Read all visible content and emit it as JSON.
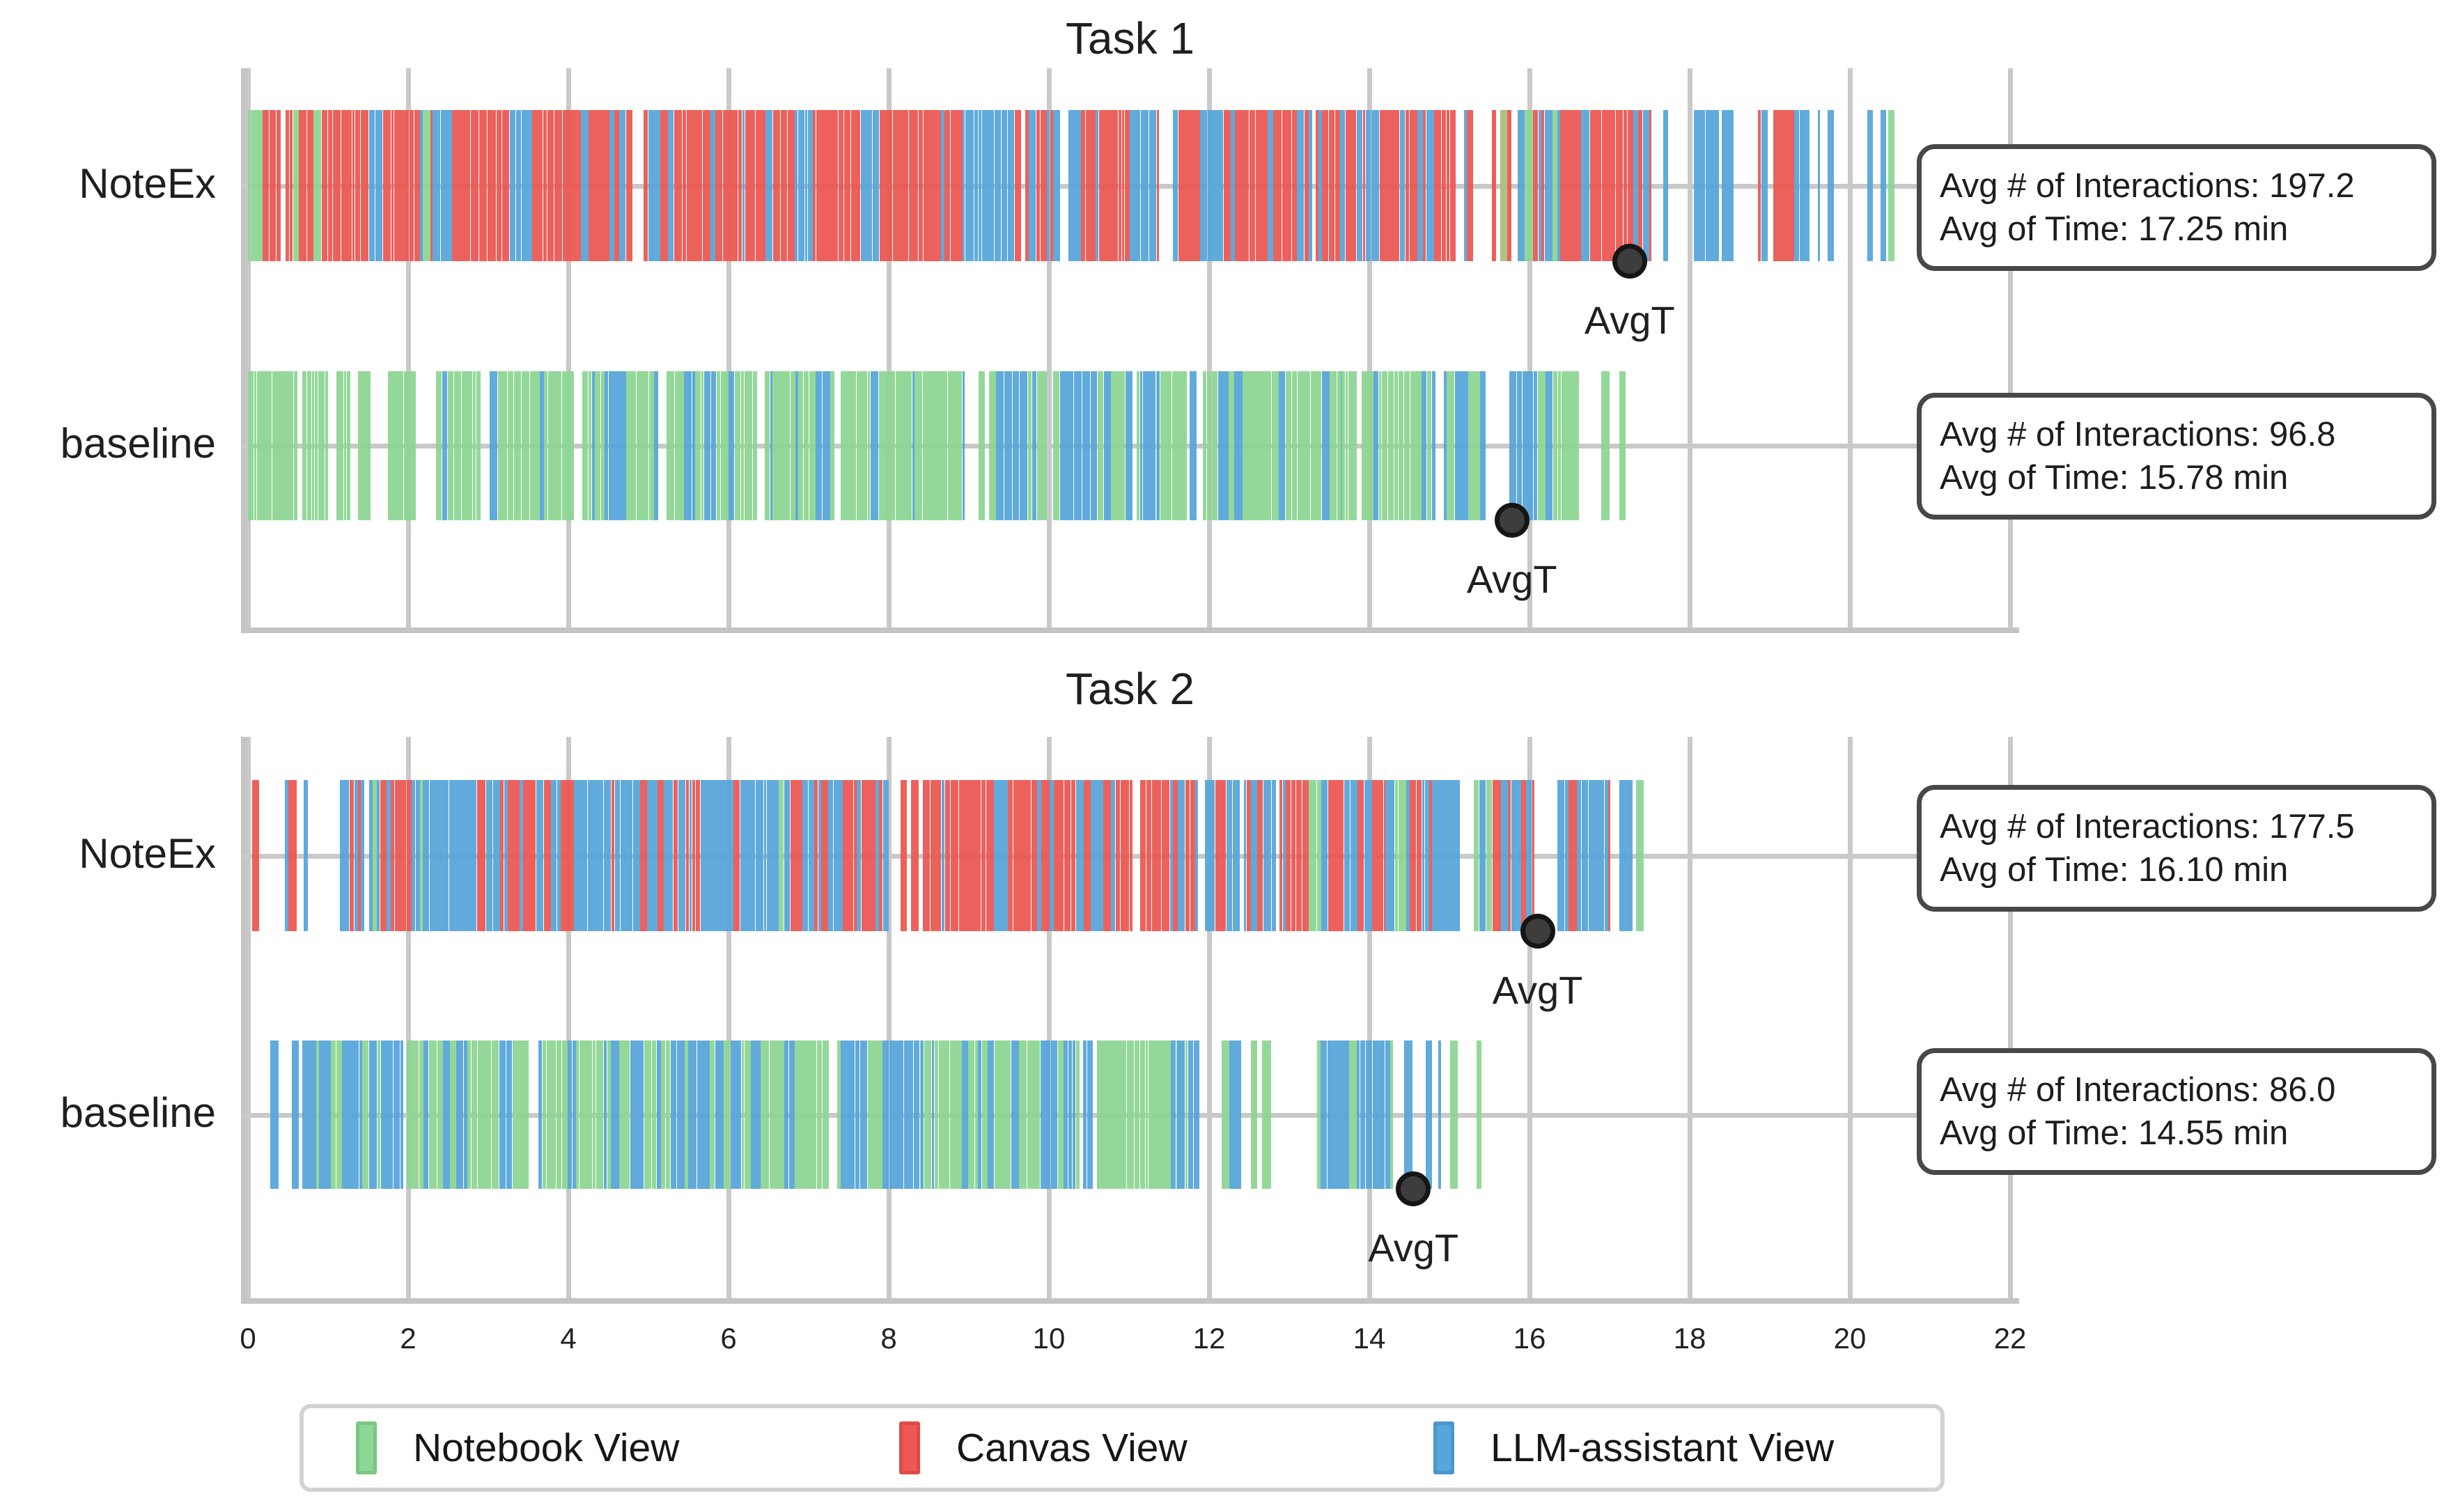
{
  "figure_title": "",
  "colors": {
    "notebook_green": "#8ed693",
    "canvas_red": "#ec5853",
    "llm_blue": "#57a5da",
    "olive_blend": "#a9bf7e",
    "grid": "#c9c9c9",
    "annotation_border": "#484848",
    "marker_fill": "#3d3d3d",
    "text": "#1f1f1f"
  },
  "chart_data": {
    "type": "timeline-barcode",
    "x_axis": {
      "ticks": [
        0,
        2,
        4,
        6,
        8,
        10,
        12,
        14,
        16,
        18,
        20,
        22
      ],
      "unit": "min",
      "min": 0,
      "max": 22
    },
    "legend": [
      {
        "label": "Notebook View",
        "color_key": "notebook_green"
      },
      {
        "label": "Canvas View",
        "color_key": "canvas_red"
      },
      {
        "label": "LLM-assistant View",
        "color_key": "llm_blue"
      }
    ],
    "avgt_marker_label": "AvgT",
    "subplots": [
      {
        "title": "Task 1",
        "rows": [
          {
            "label": "NoteEx",
            "avg_interactions": 197.2,
            "avg_time_min": 17.25,
            "extent_min": 20.56,
            "annotation_lines": [
              "Avg # of Interactions: 197.2",
              "Avg of Time: 17.25 min"
            ],
            "seed": 7,
            "phases": [
              [
                0.0,
                0.18,
                1.0,
                1,
                0,
                0,
                0
              ],
              [
                0.18,
                1.3,
                0.97,
                0.12,
                0.8,
                0.02,
                0.06
              ],
              [
                1.3,
                2.3,
                0.97,
                0.05,
                0.88,
                0.05,
                0.02
              ],
              [
                2.3,
                2.55,
                0.95,
                0,
                0.35,
                0.65,
                0
              ],
              [
                2.55,
                3.1,
                0.97,
                0.03,
                0.87,
                0.1,
                0
              ],
              [
                3.1,
                3.55,
                0.95,
                0,
                0.3,
                0.7,
                0
              ],
              [
                3.55,
                4.8,
                0.94,
                0.02,
                0.83,
                0.15,
                0
              ],
              [
                4.8,
                5.15,
                0.95,
                0.03,
                0.45,
                0.52,
                0
              ],
              [
                5.15,
                6.4,
                0.95,
                0.02,
                0.8,
                0.18,
                0
              ],
              [
                6.4,
                7.05,
                0.96,
                0.02,
                0.35,
                0.63,
                0
              ],
              [
                7.05,
                7.55,
                0.95,
                0.03,
                0.72,
                0.25,
                0
              ],
              [
                7.55,
                8.0,
                0.95,
                0,
                0.4,
                0.6,
                0
              ],
              [
                8.0,
                8.65,
                0.96,
                0.02,
                0.8,
                0.18,
                0
              ],
              [
                8.65,
                10.4,
                0.96,
                0.02,
                0.38,
                0.6,
                0
              ],
              [
                10.4,
                11.35,
                0.95,
                0.02,
                0.78,
                0.2,
                0
              ],
              [
                11.35,
                11.55,
                0.0,
                0,
                0,
                0,
                0
              ],
              [
                11.55,
                13.05,
                0.96,
                0.03,
                0.8,
                0.17,
                0
              ],
              [
                13.05,
                14.5,
                0.96,
                0.03,
                0.5,
                0.47,
                0
              ],
              [
                14.5,
                15.3,
                0.95,
                0.02,
                0.8,
                0.18,
                0
              ],
              [
                15.3,
                15.55,
                0.05,
                0,
                1,
                0,
                0
              ],
              [
                15.55,
                16.35,
                0.93,
                0.17,
                0.55,
                0.22,
                0.06
              ],
              [
                16.35,
                17.5,
                0.94,
                0.02,
                0.85,
                0.13,
                0
              ],
              [
                17.5,
                18.05,
                0.04,
                0,
                0.5,
                0.5,
                0
              ],
              [
                18.05,
                18.55,
                0.92,
                0,
                0.15,
                0.85,
                0
              ],
              [
                18.55,
                18.85,
                0.0,
                0,
                0,
                0,
                0
              ],
              [
                18.85,
                19.25,
                0.95,
                0,
                0.7,
                0.3,
                0
              ],
              [
                19.25,
                19.5,
                0.9,
                0,
                0.1,
                0.9,
                0
              ],
              [
                19.5,
                19.8,
                0.45,
                0,
                0,
                1,
                0
              ],
              [
                19.8,
                20.2,
                0.0,
                0,
                0,
                0,
                0
              ]
            ],
            "extra_stripes": [
              [
                20.22,
                0.07,
                2
              ],
              [
                20.38,
                0.07,
                2
              ],
              [
                20.48,
                0.08,
                0
              ]
            ]
          },
          {
            "label": "baseline",
            "avg_interactions": 96.8,
            "avg_time_min": 15.78,
            "extent_min": 17.2,
            "annotation_lines": [
              "Avg # of Interactions: 96.8",
              "Avg of Time: 15.78 min"
            ],
            "seed": 13,
            "phases": [
              [
                0.0,
                1.55,
                0.82,
                0.97,
                0,
                0.03,
                0
              ],
              [
                1.55,
                2.1,
                0.55,
                1,
                0,
                0,
                0
              ],
              [
                2.1,
                2.35,
                0.0,
                0,
                0,
                0,
                0
              ],
              [
                2.35,
                3.55,
                0.92,
                0.82,
                0,
                0.18,
                0
              ],
              [
                3.55,
                4.45,
                0.93,
                0.9,
                0,
                0.1,
                0
              ],
              [
                4.45,
                5.55,
                0.95,
                0.3,
                0,
                0.7,
                0
              ],
              [
                5.55,
                6.55,
                0.93,
                0.75,
                0,
                0.25,
                0
              ],
              [
                6.55,
                7.4,
                0.93,
                0.85,
                0,
                0.15,
                0
              ],
              [
                7.4,
                8.05,
                0.94,
                0.6,
                0,
                0.4,
                0
              ],
              [
                8.05,
                8.95,
                0.96,
                0.92,
                0,
                0.08,
                0
              ],
              [
                8.95,
                9.25,
                0.35,
                1,
                0,
                0,
                0
              ],
              [
                9.25,
                10.05,
                0.94,
                0.25,
                0,
                0.75,
                0
              ],
              [
                10.05,
                11.35,
                0.94,
                0.45,
                0,
                0.55,
                0
              ],
              [
                11.35,
                12.7,
                0.94,
                0.72,
                0,
                0.28,
                0
              ],
              [
                12.7,
                13.65,
                0.95,
                0.8,
                0,
                0.2,
                0
              ],
              [
                13.65,
                14.65,
                0.95,
                0.85,
                0,
                0.15,
                0
              ],
              [
                14.65,
                15.45,
                0.93,
                0.55,
                0,
                0.45,
                0
              ],
              [
                15.45,
                15.75,
                0.08,
                0,
                0,
                1,
                0
              ],
              [
                15.75,
                16.1,
                0.92,
                0.1,
                0,
                0.9,
                0
              ],
              [
                16.1,
                16.6,
                0.7,
                0.97,
                0,
                0.03,
                0
              ],
              [
                16.6,
                16.8,
                0.0,
                0,
                0,
                0,
                0
              ],
              [
                16.8,
                17.0,
                0.55,
                1,
                0,
                0,
                0
              ]
            ],
            "extra_stripes": [
              [
                17.12,
                0.08,
                0
              ]
            ]
          }
        ]
      },
      {
        "title": "Task 2",
        "rows": [
          {
            "label": "NoteEx",
            "avg_interactions": 177.5,
            "avg_time_min": 16.1,
            "extent_min": 17.43,
            "annotation_lines": [
              "Avg # of Interactions: 177.5",
              "Avg of Time: 16.10 min"
            ],
            "seed": 21,
            "phases": [
              [
                0.05,
                0.14,
                0.8,
                0,
                1,
                0,
                0
              ],
              [
                0.14,
                0.42,
                0.0,
                0,
                0,
                0,
                0
              ],
              [
                0.42,
                0.75,
                0.75,
                0,
                0.35,
                0.65,
                0
              ],
              [
                0.75,
                1.15,
                0.0,
                0,
                0,
                0,
                0
              ],
              [
                1.15,
                2.15,
                0.96,
                0.02,
                0.38,
                0.6,
                0
              ],
              [
                2.15,
                3.15,
                0.95,
                0.06,
                0.3,
                0.64,
                0
              ],
              [
                3.15,
                4.4,
                0.96,
                0.03,
                0.52,
                0.45,
                0
              ],
              [
                4.4,
                6.0,
                0.96,
                0.05,
                0.33,
                0.62,
                0
              ],
              [
                6.0,
                7.6,
                0.96,
                0.03,
                0.27,
                0.7,
                0
              ],
              [
                7.6,
                8.0,
                0.94,
                0.04,
                0.55,
                0.41,
                0
              ],
              [
                8.0,
                8.15,
                0.0,
                0,
                0,
                0,
                0
              ],
              [
                8.15,
                8.7,
                0.95,
                0.03,
                0.6,
                0.37,
                0
              ],
              [
                8.7,
                9.35,
                0.97,
                0.03,
                0.85,
                0.12,
                0
              ],
              [
                9.35,
                10.6,
                0.95,
                0.03,
                0.4,
                0.57,
                0
              ],
              [
                10.6,
                11.7,
                0.95,
                0.02,
                0.65,
                0.33,
                0
              ],
              [
                11.7,
                13.4,
                0.95,
                0.05,
                0.4,
                0.55,
                0
              ],
              [
                13.4,
                14.2,
                0.95,
                0.03,
                0.68,
                0.29,
                0
              ],
              [
                14.2,
                15.3,
                0.94,
                0.22,
                0.28,
                0.5,
                0
              ],
              [
                15.3,
                16.05,
                0.93,
                0.18,
                0.3,
                0.52,
                0
              ],
              [
                16.05,
                16.35,
                0.03,
                1,
                0,
                0,
                0
              ],
              [
                16.35,
                17.0,
                0.94,
                0.1,
                0.15,
                0.75,
                0
              ],
              [
                17.0,
                17.12,
                0.0,
                0,
                0,
                0,
                0
              ],
              [
                17.12,
                17.28,
                0.55,
                0,
                0,
                1,
                0
              ]
            ],
            "extra_stripes": [
              [
                17.33,
                0.1,
                0
              ]
            ]
          },
          {
            "label": "baseline",
            "avg_interactions": 86.0,
            "avg_time_min": 14.55,
            "extent_min": 15.5,
            "annotation_lines": [
              "Avg # of Interactions: 86.0",
              "Avg of Time: 14.55 min"
            ],
            "seed": 42,
            "phases": [
              [
                0.28,
                0.38,
                0.6,
                0,
                0,
                1,
                0
              ],
              [
                0.38,
                0.55,
                0.0,
                0,
                0,
                0,
                0
              ],
              [
                0.55,
                0.68,
                0.5,
                0,
                0,
                1,
                0
              ],
              [
                0.68,
                1.9,
                0.94,
                0.25,
                0,
                0.75,
                0
              ],
              [
                1.9,
                2.6,
                0.93,
                0.6,
                0,
                0.4,
                0
              ],
              [
                2.6,
                3.3,
                0.9,
                0.45,
                0,
                0.55,
                0
              ],
              [
                3.3,
                4.1,
                0.94,
                0.55,
                0,
                0.45,
                0
              ],
              [
                4.1,
                5.1,
                0.96,
                0.8,
                0,
                0.2,
                0
              ],
              [
                5.1,
                6.4,
                0.94,
                0.4,
                0,
                0.6,
                0
              ],
              [
                6.4,
                7.4,
                0.95,
                0.75,
                0,
                0.25,
                0
              ],
              [
                7.4,
                8.4,
                0.94,
                0.3,
                0,
                0.7,
                0
              ],
              [
                8.4,
                9.4,
                0.94,
                0.65,
                0,
                0.35,
                0
              ],
              [
                9.4,
                10.6,
                0.94,
                0.45,
                0,
                0.55,
                0
              ],
              [
                10.6,
                11.6,
                0.94,
                0.7,
                0,
                0.3,
                0
              ],
              [
                11.6,
                12.4,
                0.93,
                0.4,
                0,
                0.6,
                0
              ],
              [
                12.4,
                12.8,
                0.4,
                1,
                0,
                0,
                0
              ],
              [
                12.8,
                13.35,
                0.12,
                0.5,
                0,
                0.5,
                0
              ],
              [
                13.35,
                14.3,
                0.95,
                0.25,
                0,
                0.75,
                0
              ],
              [
                14.3,
                14.9,
                0.45,
                0,
                0,
                1,
                0
              ],
              [
                14.9,
                15.5,
                0.25,
                1,
                0,
                0,
                0
              ]
            ],
            "extra_stripes": []
          }
        ]
      }
    ]
  }
}
